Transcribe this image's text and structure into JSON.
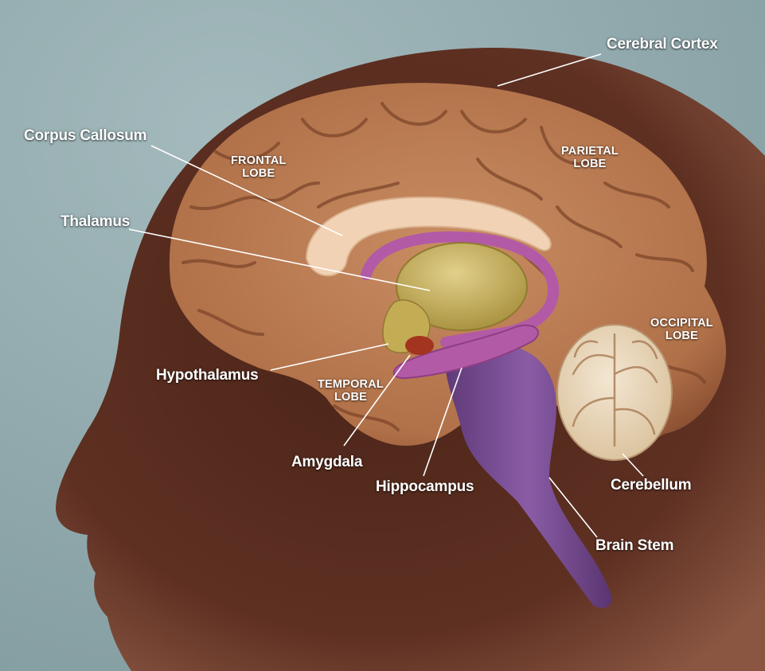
{
  "colors": {
    "background": "#8fa8ac",
    "head": "#6a3a2c",
    "cortex": "#b87a52",
    "corpus_callosum": "#f2d2b4",
    "thalamus": "#c9b45c",
    "limbic": "#b35aa6",
    "brainstem": "#7b4f94",
    "amygdala": "#a3341f",
    "cerebellum": "#ead9c0",
    "label_text": "#ffffff",
    "leader_line": "#ffffff"
  },
  "labels": {
    "cerebral_cortex": "Cerebral Cortex",
    "corpus_callosum": "Corpus Callosum",
    "thalamus": "Thalamus",
    "hypothalamus": "Hypothalamus",
    "amygdala": "Amygdala",
    "hippocampus": "Hippocampus",
    "cerebellum": "Cerebellum",
    "brain_stem": "Brain Stem"
  },
  "lobes": {
    "frontal": [
      "FRONTAL",
      "LOBE"
    ],
    "parietal": [
      "PARIETAL",
      "LOBE"
    ],
    "occipital": [
      "OCCIPITAL",
      "LOBE"
    ],
    "temporal": [
      "TEMPORAL",
      "LOBE"
    ]
  }
}
